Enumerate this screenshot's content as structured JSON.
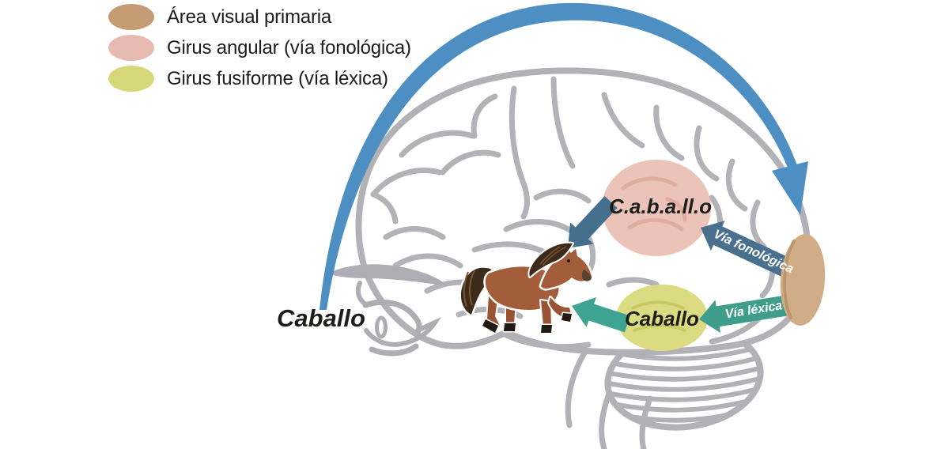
{
  "legend": {
    "items": [
      {
        "id": "primary-visual-area",
        "label": "Área visual primaria",
        "color": "#c49b73"
      },
      {
        "id": "angular-gyrus",
        "label": "Girus angular (vía fonológica)",
        "color": "#e7bab1"
      },
      {
        "id": "fusiform-gyrus",
        "label": "Girus fusiforme (vía léxica)",
        "color": "#d7d87a"
      }
    ]
  },
  "words": {
    "stimulus": "Caballo",
    "angular": "C.a.b.a.ll.o",
    "fusiform": "Caballo"
  },
  "routes": {
    "phonological": "Vía fonológica",
    "lexical": "Vía léxica"
  },
  "icons": {
    "horse": "cartoon-horse-illustration",
    "eye": "human-eye-profile",
    "arc": "visual-input-arc-arrow"
  },
  "colors": {
    "arc_blue": "#4e8fc3",
    "phonological_arrow": "#49718f",
    "lexical_arrow": "#3f9d8b",
    "brain_outline": "#b2b1b6",
    "primary_visual_area_fill": "#d1ad87",
    "angular_gyrus_fill": "#ecc3b8",
    "fusiform_gyrus_fill": "#dbdc81",
    "horse_brown": "#a45d3b",
    "text": "#1d1d1b"
  }
}
